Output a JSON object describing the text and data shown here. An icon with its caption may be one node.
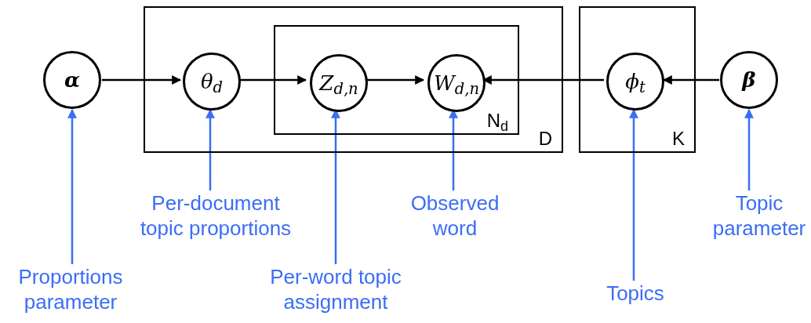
{
  "diagram": {
    "nodes": [
      {
        "text": [
          "D"
        ]
      },
      {
        "text": [
          "N$_{d}$"
        ],
        "in": 0
      },
      {
        "text": [
          "K"
        ]
      },
      {
        "text": [
          "α"
        ]
      },
      {
        "text": [
          "θ$_{d}$"
        ],
        "in": 0
      },
      {
        "text": [
          "Z$_{d,n}$"
        ],
        "in": 1
      },
      {
        "text": [
          "W$_{d,n}$"
        ],
        "in": 1
      },
      {
        "text": [
          "ϕ$_{t}$"
        ],
        "in": 2
      },
      {
        "text": [
          "β"
        ]
      },
      {
        "text": [
          "Proportions parameter"
        ]
      },
      {
        "text": [
          "Per-document topic proportions"
        ]
      },
      {
        "text": [
          "Per-word topic assignment"
        ]
      },
      {
        "text": [
          "Observed word"
        ]
      },
      {
        "text": [
          "Topics"
        ]
      },
      {
        "text": [
          "Topic parameter"
        ]
      }
    ],
    "edges": [
      {
        "from": 3,
        "to": 4,
        "arrow": "to",
        "color": "#000000"
      },
      {
        "from": 4,
        "to": 5,
        "arrow": "to",
        "color": "#000000"
      },
      {
        "from": 5,
        "to": 6,
        "arrow": "to",
        "color": "#000000"
      },
      {
        "from": 7,
        "to": 6,
        "arrow": "to",
        "color": "#000000"
      },
      {
        "from": 8,
        "to": 7,
        "arrow": "to",
        "color": "#000000"
      },
      {
        "from": 9,
        "to": 3,
        "arrow": "to"
      },
      {
        "from": 10,
        "to": 4,
        "arrow": "to"
      },
      {
        "from": 11,
        "to": 5,
        "arrow": "to"
      },
      {
        "from": 12,
        "to": 6,
        "arrow": "to"
      },
      {
        "from": 13,
        "to": 7,
        "arrow": "to"
      },
      {
        "from": 14,
        "to": 8,
        "arrow": "to"
      }
    ]
  }
}
